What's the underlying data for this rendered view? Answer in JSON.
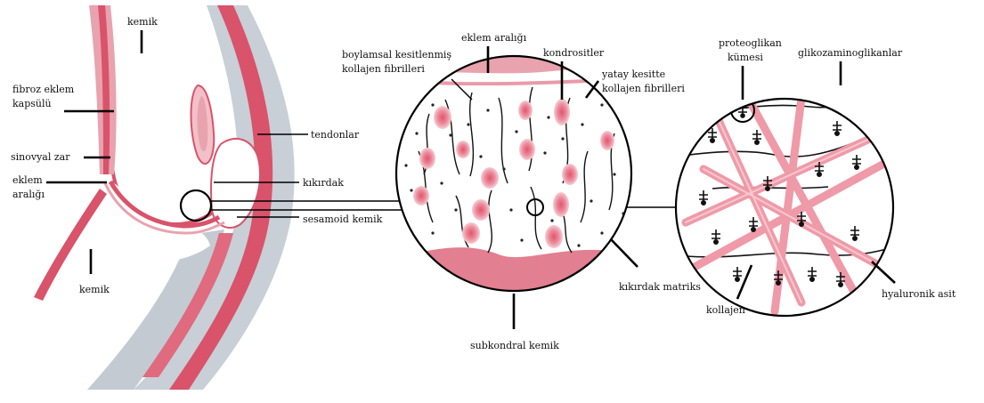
{
  "labels": {
    "kemik_top": "kemik",
    "fibroz_1": "fibroz eklem",
    "fibroz_2": "kapsülü",
    "sinovyal": "sinovyal zar",
    "eklem_araligi_left_1": "eklem",
    "eklem_araligi_left_2": "aralığı",
    "kemik_bottom": "kemik",
    "tendonlar": "tendonlar",
    "kikirdak": "kıkırdak",
    "sesamoid": "sesamoid kemik",
    "eklem_araligi_top": "eklem aralığı",
    "boylamsal_1": "boylamsal kesitlenmiş",
    "boylamsal_2": "kollajen fibrilleri",
    "kondrositler": "kondrositler",
    "yatay_1": "yatay kesitte",
    "yatay_2": "kollajen fibrilleri",
    "kikirdak_matriks": "kıkırdak matriks",
    "subkondral": "subkondral kemik",
    "proteoglikan_1": "proteoglikan",
    "proteoglikan_2": "kümesi",
    "glikozaminoglikanlar": "glikozaminoglikanlar",
    "hyaluronik": "hyaluronik asit",
    "kollajen": "kollajen"
  },
  "colors": {
    "tissue_pink": "#e8a3ae",
    "tissue_red": "#d9536a",
    "bone_gray": "#c8cfd6",
    "cartilage_pink": "#e07e8e",
    "cell_pink": "#ee8e9c",
    "collagen_pink": "#ef9aa8",
    "line_black": "#000000"
  }
}
